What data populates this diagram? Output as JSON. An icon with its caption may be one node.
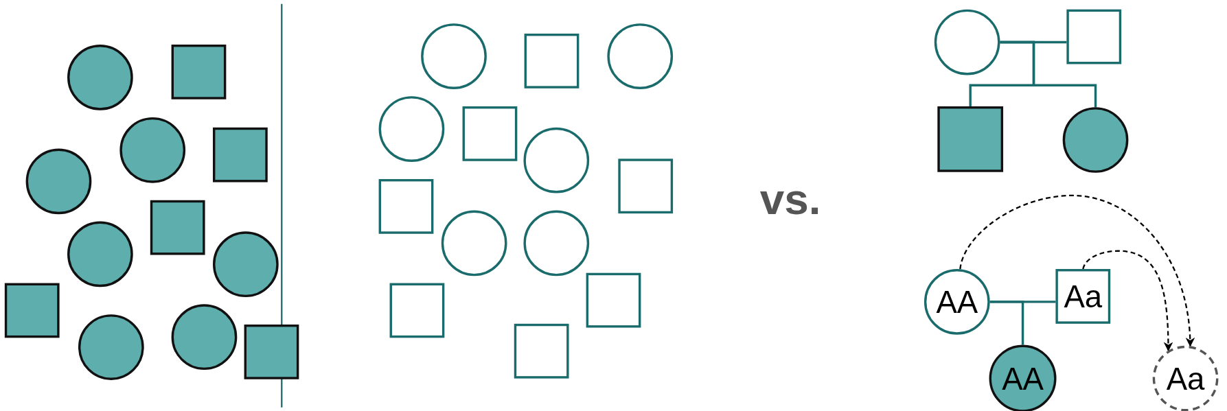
{
  "diagram": {
    "nodes": [
      {
        "text": [],
        "shape": "circle"
      },
      {
        "text": [],
        "shape": "box"
      },
      {
        "text": [],
        "shape": "circle"
      },
      {
        "text": [],
        "shape": "box"
      },
      {
        "text": [],
        "shape": "circle"
      },
      {
        "text": [],
        "shape": "box"
      },
      {
        "text": [],
        "shape": "circle"
      },
      {
        "text": [],
        "shape": "circle"
      },
      {
        "text": [],
        "shape": "box"
      },
      {
        "text": [],
        "shape": "circle"
      },
      {
        "text": [],
        "shape": "circle"
      },
      {
        "text": [],
        "shape": "box"
      },
      {
        "text": [],
        "shape": "circle"
      },
      {
        "text": [],
        "shape": "circle"
      },
      {
        "text": [],
        "shape": "box"
      },
      {
        "text": [],
        "shape": "circle"
      },
      {
        "text": [],
        "shape": "box"
      },
      {
        "text": [],
        "shape": "circle"
      },
      {
        "text": [],
        "shape": "box"
      },
      {
        "text": [],
        "shape": "box"
      },
      {
        "text": [],
        "shape": "circle"
      },
      {
        "text": [],
        "shape": "circle"
      },
      {
        "text": [],
        "shape": "box"
      },
      {
        "text": [],
        "shape": "box"
      },
      {
        "text": [],
        "shape": "box"
      },
      {
        "text": [],
        "shape": "circle"
      },
      {
        "text": [],
        "shape": "box"
      },
      {
        "text": [],
        "shape": "box"
      },
      {
        "text": [],
        "shape": "circle"
      },
      {
        "text": [
          "AA"
        ]
      },
      {
        "text": [
          "Aa"
        ]
      },
      {
        "text": [
          "AA"
        ]
      },
      {
        "text": [
          "Aa"
        ]
      }
    ],
    "edges": [
      {
        "from": 25,
        "to": 26,
        "arrow": "none"
      },
      {
        "from": 25,
        "to": 27,
        "arrow": "none"
      },
      {
        "from": 25,
        "to": 28,
        "arrow": "none"
      },
      {
        "from": 29,
        "to": 30,
        "arrow": "none"
      },
      {
        "from": 29,
        "to": 31,
        "arrow": "none"
      },
      {
        "from": 29,
        "to": 32,
        "arrow": "to",
        "style": "dashed",
        "color": "#000000"
      },
      {
        "from": 30,
        "to": 32,
        "arrow": "to",
        "style": "dashed",
        "color": "#000000"
      }
    ],
    "labels": [
      "vs."
    ]
  }
}
